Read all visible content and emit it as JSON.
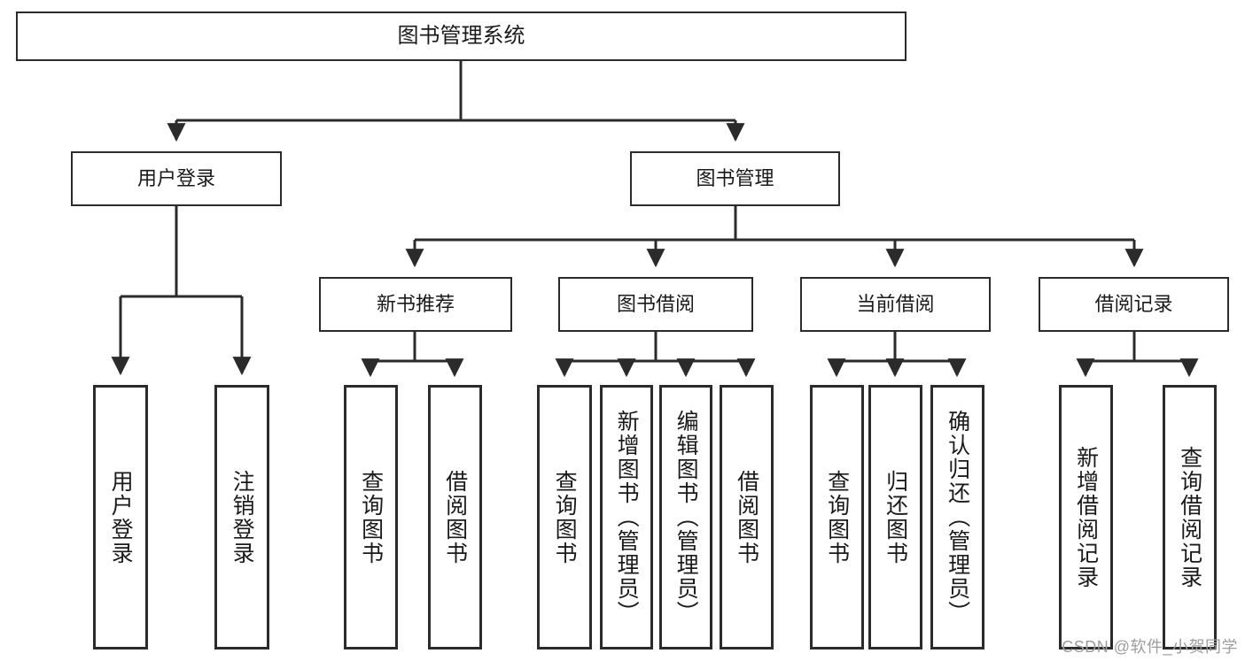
{
  "diagram": {
    "title": "图书管理系统",
    "type": "tree-hierarchy-diagram",
    "colors": {
      "stroke": "#2b2b2b",
      "fill": "#ffffff",
      "text": "#1a1a1a",
      "watermark": "#9d9d9d"
    },
    "root": {
      "label": "图书管理系统"
    },
    "level1": [
      {
        "label": "用户登录"
      },
      {
        "label": "图书管理"
      }
    ],
    "level2": [
      {
        "label": "新书推荐"
      },
      {
        "label": "图书借阅"
      },
      {
        "label": "当前借阅"
      },
      {
        "label": "借阅记录"
      }
    ],
    "leaves": {
      "user_login": [
        {
          "label": "用户登录"
        },
        {
          "label": "注销登录"
        }
      ],
      "new_book_recommend": [
        {
          "label": "查询图书"
        },
        {
          "label": "借阅图书"
        }
      ],
      "book_borrow": [
        {
          "label": "查询图书"
        },
        {
          "label": "新增图书（管理员）"
        },
        {
          "label": "编辑图书（管理员）"
        },
        {
          "label": "借阅图书"
        }
      ],
      "current_borrow": [
        {
          "label": "查询图书"
        },
        {
          "label": "归还图书"
        },
        {
          "label": "确认归还（管理员）"
        }
      ],
      "borrow_record": [
        {
          "label": "新增借阅记录"
        },
        {
          "label": "查询借阅记录"
        }
      ]
    }
  },
  "watermark": {
    "text": "CSDN @软件_小贺同学"
  }
}
